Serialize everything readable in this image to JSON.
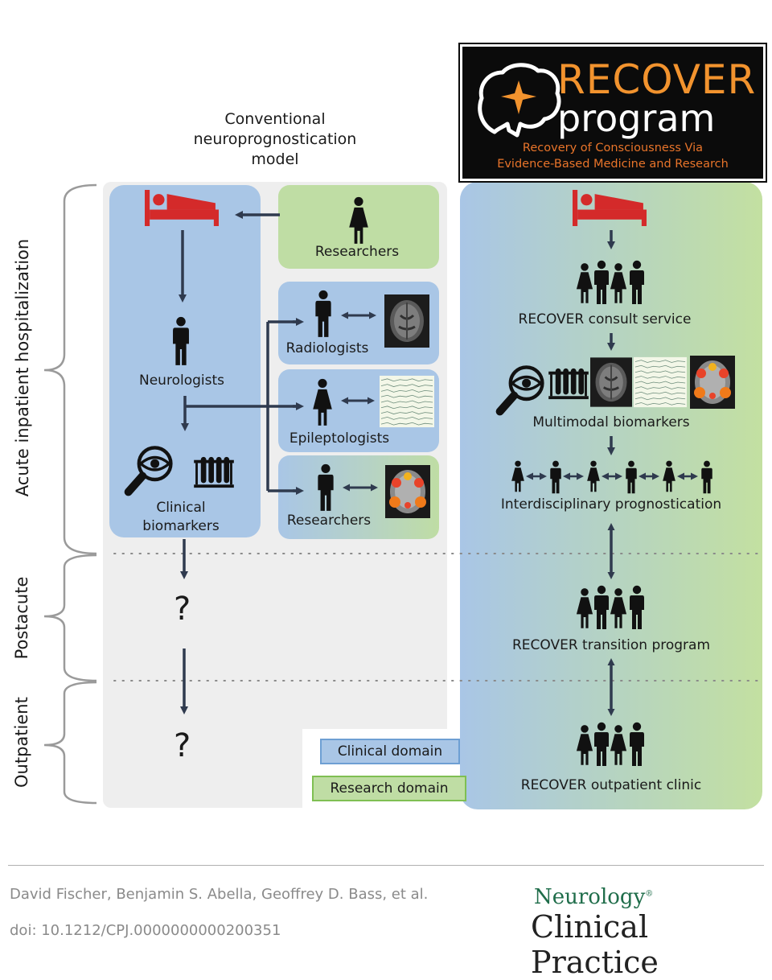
{
  "conventional_title": [
    "Conventional",
    "neuroprognostication",
    "model"
  ],
  "logo": {
    "title": "RECOVER",
    "program": "program",
    "subtitle_line1": "Recovery of Consciousness Via",
    "subtitle_line2": "Evidence-Based Medicine and Research",
    "icon": "brain-star-icon"
  },
  "phases": {
    "acute": "Acute inpatient hospitalization",
    "postacute": "Postacute",
    "outpatient": "Outpatient"
  },
  "conventional": {
    "researchers_top": "Researchers",
    "neurologists": "Neurologists",
    "clinical_biomarkers_line1": "Clinical",
    "clinical_biomarkers_line2": "biomarkers",
    "radiologists": "Radiologists",
    "epileptologists": "Epileptologists",
    "researchers_bottom": "Researchers",
    "unknown_postacute": "?",
    "unknown_outpatient": "?"
  },
  "recover": {
    "consult_service": "RECOVER consult service",
    "multimodal_biomarkers": "Multimodal biomarkers",
    "interdisciplinary": "Interdisciplinary prognostication",
    "transition_program": "RECOVER transition program",
    "outpatient_clinic": "RECOVER outpatient clinic"
  },
  "legend": {
    "clinical": "Clinical domain",
    "research": "Research domain"
  },
  "footer": {
    "authors": "David Fischer, Benjamin S. Abella, Geoffrey D. Bass, et al.",
    "doi": "doi: 10.1212/CPJ.0000000000200351",
    "journal_line1": "Neurology",
    "journal_mark": "®",
    "journal_line2": "Clinical Practice"
  },
  "colors": {
    "clinical_blue": "#a9c6e6",
    "research_green": "#bfdda4",
    "bed_red": "#d42a2a",
    "arrow": "#2f3a4e",
    "logo_orange": "#f2932e"
  }
}
